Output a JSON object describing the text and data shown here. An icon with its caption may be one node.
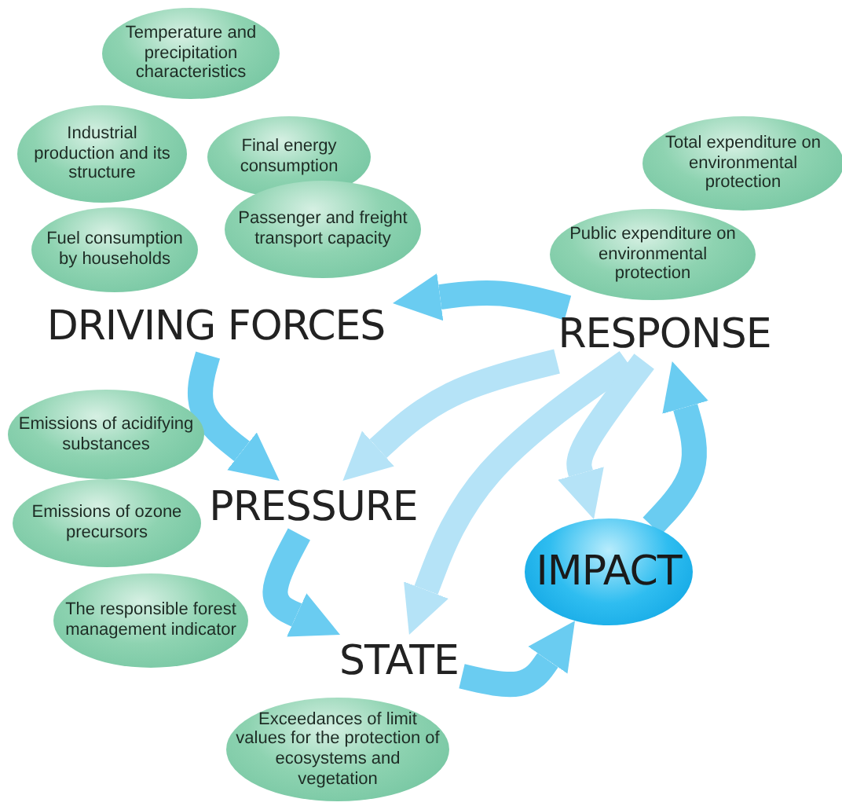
{
  "diagram": {
    "nodes": [
      {
        "text": [
          "Temperature and precipitation characteristics"
        ]
      },
      {
        "text": [
          "Industrial production and its structure"
        ]
      },
      {
        "text": [
          "Final energy consumption"
        ]
      },
      {
        "text": [
          "Total expenditure on environmental protection"
        ]
      },
      {
        "text": [
          "Fuel consumption by households"
        ]
      },
      {
        "text": [
          "Passenger and freight transport capacity"
        ]
      },
      {
        "text": [
          "Public expenditure on environmental protection"
        ]
      },
      {
        "text": [
          "DRIVING FORCES"
        ]
      },
      {
        "text": [
          "RESPONSE"
        ]
      },
      {
        "text": [
          "Emissions of acidifying substances"
        ]
      },
      {
        "text": [
          "Emissions of ozone precursors"
        ]
      },
      {
        "text": [
          "PRESSURE"
        ]
      },
      {
        "text": [
          "IMPACT"
        ]
      },
      {
        "text": [
          "The responsible forest management indicator"
        ]
      },
      {
        "text": [
          "STATE"
        ]
      },
      {
        "text": [
          "Exceedances of limit values for the protection of ecosystems and vegetation"
        ]
      }
    ],
    "edges": [
      {
        "from": 7,
        "to": 11,
        "arrow": "to"
      },
      {
        "from": 11,
        "to": 14,
        "arrow": "to"
      },
      {
        "from": 14,
        "to": 12,
        "arrow": "to"
      },
      {
        "from": 12,
        "to": 8,
        "arrow": "to"
      },
      {
        "from": 8,
        "to": 7,
        "arrow": "to"
      },
      {
        "from": 8,
        "to": 11,
        "arrow": "to",
        "color": "#b5e3f7"
      },
      {
        "from": 8,
        "to": 14,
        "arrow": "to",
        "color": "#b5e3f7"
      },
      {
        "from": 8,
        "to": 12,
        "arrow": "to",
        "color": "#b5e3f7"
      }
    ]
  }
}
